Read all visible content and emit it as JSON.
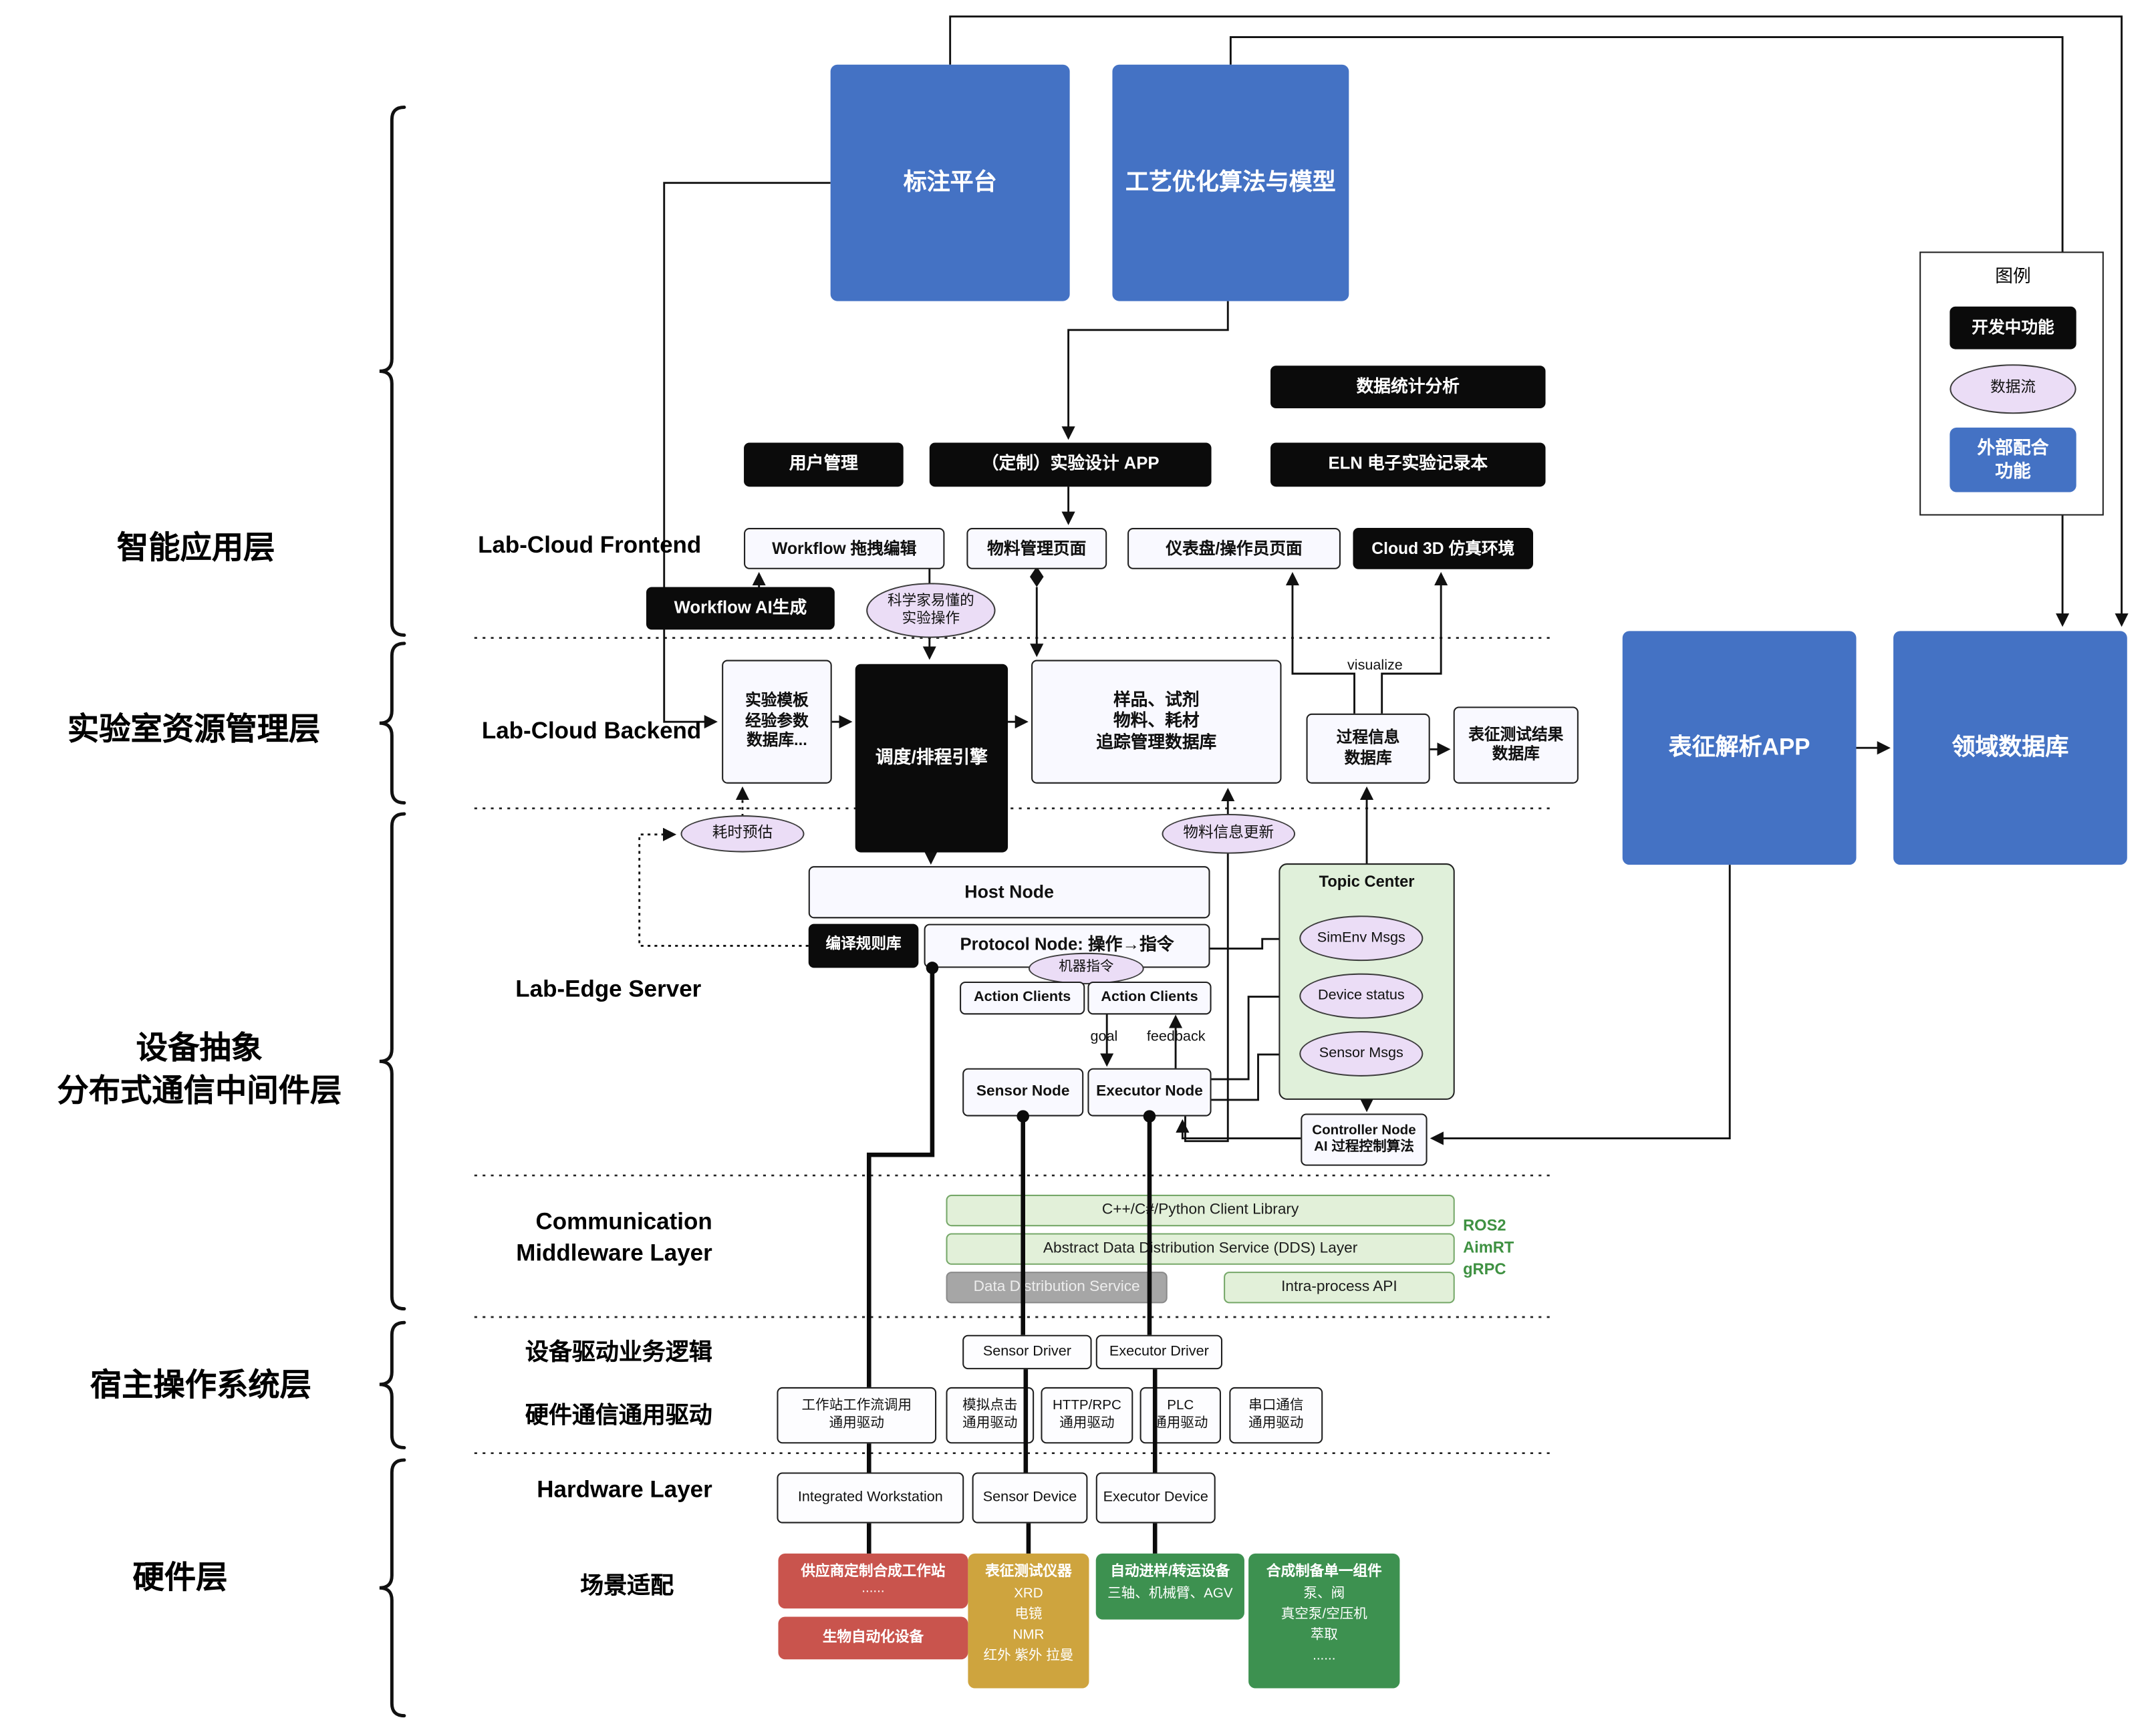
{
  "top": {
    "annotation_platform": "标注平台",
    "process_optimization": "工艺优化算法与模型"
  },
  "legend": {
    "title": "图例",
    "dev": "开发中功能",
    "flow": "数据流",
    "external": "外部配合\n功能"
  },
  "layers": {
    "app": "智能应用层",
    "resource": "实验室资源管理层",
    "device": "设备抽象\n分布式通信中间件层",
    "os": "宿主操作系统层",
    "hw": "硬件层"
  },
  "app": {
    "data_stats": "数据统计分析",
    "user_mgmt": "用户管理",
    "custom_app": "（定制）实验设计 APP",
    "eln": "ELN 电子实验记录本",
    "frontend_label": "Lab-Cloud Frontend",
    "workflow_edit": "Workflow 拖拽编辑",
    "material_page": "物料管理页面",
    "dashboard_page": "仪表盘/操作员页面",
    "cloud3d": "Cloud 3D 仿真环境",
    "workflow_ai": "Workflow AI生成",
    "sci_ops": "科学家易懂的\n实验操作"
  },
  "backend": {
    "label": "Lab-Cloud Backend",
    "template_db": "实验模板\n经验参数\n数据库...",
    "scheduler": "调度/排程引擎",
    "tracking_db": "样品、试剂\n物料、耗材\n追踪管理数据库",
    "process_db": "过程信息\n数据库",
    "visualize": "visualize",
    "result_db": "表征测试结果\n数据库",
    "char_app": "表征解析APP",
    "domain_db": "领域数据库",
    "time_estimate": "耗时预估",
    "material_update": "物料信息更新"
  },
  "edge": {
    "label": "Lab-Edge Server",
    "host_node": "Host Node",
    "rule_lib": "编译规则库",
    "protocol_node": "Protocol Node: 操作→指令",
    "machine_cmd": "机器指令",
    "action_clients_1": "Action Clients",
    "action_clients_2": "Action Clients",
    "goal": "goal",
    "feedback": "feedback",
    "sensor_node": "Sensor Node",
    "executor_node": "Executor Node",
    "topic_center": "Topic Center",
    "simenv": "SimEnv Msgs",
    "device_status": "Device status",
    "sensor_msgs": "Sensor Msgs",
    "controller": "Controller Node\nAI 过程控制算法"
  },
  "middleware": {
    "label": "Communication\nMiddleware Layer",
    "client_lib": "C++/C#/Python Client Library",
    "dds_layer": "Abstract Data Distribution Service (DDS) Layer",
    "dds": "Data Distribution Service",
    "intra": "Intra-process API",
    "stack": "ROS2\nAimRT\ngRPC"
  },
  "os": {
    "driver_logic": "设备驱动业务逻辑",
    "sensor_driver": "Sensor Driver",
    "executor_driver": "Executor Driver",
    "hw_comm": "硬件通信通用驱动",
    "drivers": [
      "工作站工作流调用\n通用驱动",
      "模拟点击\n通用驱动",
      "HTTP/RPC\n通用驱动",
      "PLC\n通用驱动",
      "串口通信\n通用驱动"
    ]
  },
  "hardware": {
    "label": "Hardware Layer",
    "integrated": "Integrated Workstation",
    "sensor": "Sensor Device",
    "executor": "Executor Device",
    "scenario": "场景适配",
    "vendor_title": "供应商定制合成工作站",
    "vendor_body": "......",
    "bio": "生物自动化设备",
    "char_title": "表征测试仪器",
    "char_body": "XRD\n电镜\nNMR\n红外 紫外 拉曼",
    "transport_title": "自动进样/转运设备",
    "transport_body": "三轴、机械臂、AGV",
    "synth_title": "合成制备单一组件",
    "synth_body": "泵、阀\n真空泵/空压机\n萃取\n......"
  },
  "colors": {
    "accent_blue": "#4472C4",
    "black": "#0B0B0B",
    "pill_purple": "#EBDDF6",
    "green_light": "#E2F0D9",
    "gray": "#A6A6A6",
    "red": "#C9544D",
    "gold": "#CEA43E",
    "green_dark": "#3D9150"
  }
}
